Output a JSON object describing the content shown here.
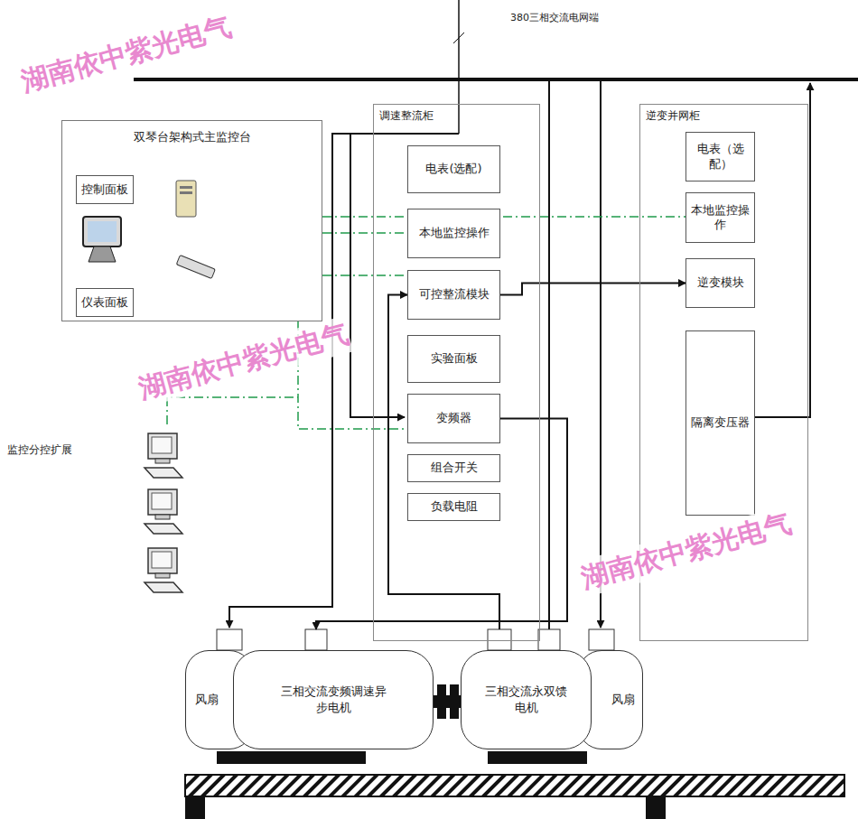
{
  "diagram": {
    "nodes": [
      {
        "text": [
          "双琴台架构式主监控台"
        ]
      },
      {
        "text": [
          "控制面板"
        ],
        "in": 0
      },
      {
        "text": [
          "仪表面板"
        ],
        "in": 0
      },
      {
        "text": [
          "调速整流柜"
        ]
      },
      {
        "text": [
          "电表(选配)"
        ],
        "in": 3
      },
      {
        "text": [
          "本地监控操作"
        ],
        "in": 3
      },
      {
        "text": [
          "可控整流模块"
        ],
        "in": 3
      },
      {
        "text": [
          "实验面板"
        ],
        "in": 3
      },
      {
        "text": [
          "变频器"
        ],
        "in": 3
      },
      {
        "text": [
          "组合开关"
        ],
        "in": 3
      },
      {
        "text": [
          "负载电阻"
        ],
        "in": 3
      },
      {
        "text": [
          "逆变并网柜"
        ]
      },
      {
        "text": [
          "电表（选配）"
        ],
        "in": 11
      },
      {
        "text": [
          "本地监控操作"
        ],
        "in": 11
      },
      {
        "text": [
          "逆变模块"
        ],
        "in": 11
      },
      {
        "text": [
          "隔离变压器"
        ],
        "in": 11
      },
      {
        "text": [
          "风扇"
        ]
      },
      {
        "text": [
          "三相交流变频调速异步电机"
        ]
      },
      {
        "text": [
          "三相交流永双馈电机"
        ]
      },
      {
        "text": [
          "风扇"
        ]
      }
    ],
    "edges": [
      {
        "from": 6,
        "to": 14,
        "arrow": "to"
      },
      {
        "from": 8,
        "to": 17,
        "arrow": "to"
      },
      {
        "from": 18,
        "to": 6,
        "arrow": "to"
      },
      {
        "from": 0,
        "to": 5,
        "arrow": "none"
      },
      {
        "from": 0,
        "to": 13,
        "arrow": "none"
      },
      {
        "from": 0,
        "to": 6,
        "arrow": "none"
      },
      {
        "from": 0,
        "to": 8,
        "arrow": "none"
      }
    ],
    "labels": [
      "380三相交流电网端",
      "监控分控扩展",
      "湖南依中紫光电气",
      "湖南依中紫光电气",
      "湖南依中紫光电气"
    ]
  }
}
